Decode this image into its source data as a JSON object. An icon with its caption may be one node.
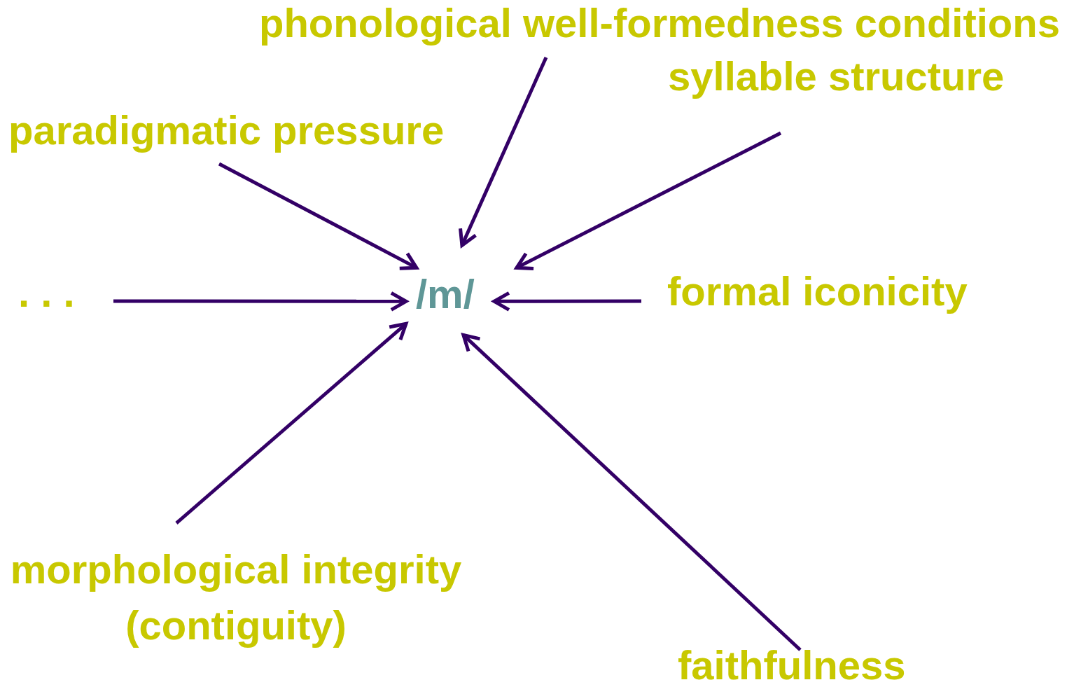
{
  "diagram": {
    "nodes": [
      {
        "text": [
          "/m/"
        ]
      },
      {
        "text": [
          "phonological well-formedness conditions"
        ]
      },
      {
        "text": [
          "syllable structure"
        ]
      },
      {
        "text": [
          "paradigmatic pressure"
        ]
      },
      {
        "text": [
          ". . ."
        ]
      },
      {
        "text": [
          "formal iconicity"
        ]
      },
      {
        "text": [
          "morphological integrity (contiguity)"
        ]
      },
      {
        "text": [
          "faithfulness"
        ]
      }
    ],
    "edges": [
      {
        "from": 1,
        "to": 0,
        "arrow": "to"
      },
      {
        "from": 2,
        "to": 0,
        "arrow": "to"
      },
      {
        "from": 3,
        "to": 0,
        "arrow": "to"
      },
      {
        "from": 4,
        "to": 0,
        "arrow": "to"
      },
      {
        "from": 5,
        "to": 0,
        "arrow": "to"
      },
      {
        "from": 6,
        "to": 0,
        "arrow": "to"
      },
      {
        "from": 7,
        "to": 0,
        "arrow": "to"
      }
    ]
  }
}
